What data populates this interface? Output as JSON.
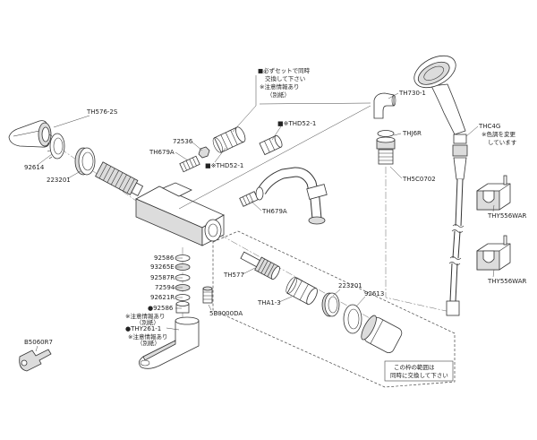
{
  "labels": {
    "note_set_1": "■必ずセットで同時",
    "note_set_2": "交換して下さい",
    "note_set_3": "※注意情報あり",
    "note_set_4": "（別紙）",
    "th730": "TH730-1",
    "th576": "TH576-2S",
    "thd52_top": "■※THD52-1",
    "thc4g": "THC4G",
    "color_note_1": "※色調を変更",
    "color_note_2": "しています",
    "thj6r": "THJ6R",
    "p72536": "72536",
    "th679a_1": "TH679A",
    "thd52_mid": "■※THD52-1",
    "p92614": "92614",
    "p223201_1": "223201",
    "th5c0702": "TH5C0702",
    "thy556war_1": "THY556WAR",
    "th679a_2": "TH679A",
    "thy556war_2": "THY556WAR",
    "p92586_1": "92586",
    "p93265e": "93265E",
    "p92587r": "92587R",
    "p72594": "72594",
    "p92621r": "92621R",
    "th577": "TH577",
    "p223201_2": "223201",
    "tha13": "THA1-3",
    "p92613": "92613",
    "p92586_2": "●92586",
    "note_a_1": "※注意情報あり",
    "note_a_2": "（別紙）",
    "sb0000da": "5B0000DA",
    "thy261": "●THY261-1",
    "note_b_1": "※注意情報あり",
    "note_b_2": "（別紙）",
    "b5060r7": "B5060R7",
    "frame_note_1": "この枠の範囲は",
    "frame_note_2": "同時に交換して下さい"
  }
}
